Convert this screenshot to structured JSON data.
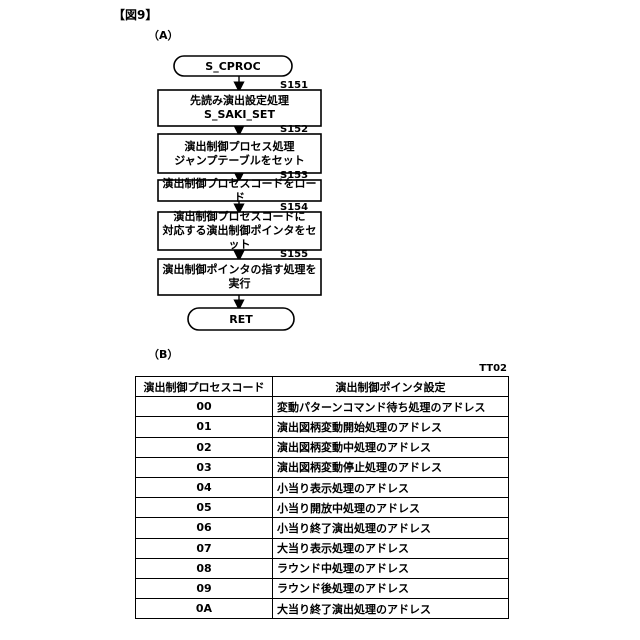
{
  "figure": {
    "label": "【図9】"
  },
  "section_a": {
    "label": "（A）"
  },
  "section_b": {
    "label": "（B）"
  },
  "flowchart": {
    "start": "S_CPROC",
    "end": "RET",
    "steps": [
      {
        "id": "S151",
        "lines": [
          "先読み演出設定処理",
          "S_SAKI_SET"
        ]
      },
      {
        "id": "S152",
        "lines": [
          "演出制御プロセス処理",
          "ジャンプテーブルをセット"
        ]
      },
      {
        "id": "S153",
        "lines": [
          "演出制御プロセスコードをロード"
        ]
      },
      {
        "id": "S154",
        "lines": [
          "演出制御プロセスコードに",
          "対応する演出制御ポインタをセット"
        ]
      },
      {
        "id": "S155",
        "lines": [
          "演出制御ポインタの指す処理を",
          "実行"
        ]
      }
    ]
  },
  "table": {
    "id": "TT02",
    "headers": [
      "演出制御プロセスコード",
      "演出制御ポインタ設定"
    ],
    "rows": [
      [
        "00",
        "変動パターンコマンド待ち処理のアドレス"
      ],
      [
        "01",
        "演出図柄変動開始処理のアドレス"
      ],
      [
        "02",
        "演出図柄変動中処理のアドレス"
      ],
      [
        "03",
        "演出図柄変動停止処理のアドレス"
      ],
      [
        "04",
        "小当り表示処理のアドレス"
      ],
      [
        "05",
        "小当り開放中処理のアドレス"
      ],
      [
        "06",
        "小当り終了演出処理のアドレス"
      ],
      [
        "07",
        "大当り表示処理のアドレス"
      ],
      [
        "08",
        "ラウンド中処理のアドレス"
      ],
      [
        "09",
        "ラウンド後処理のアドレス"
      ],
      [
        "0A",
        "大当り終了演出処理のアドレス"
      ]
    ]
  }
}
